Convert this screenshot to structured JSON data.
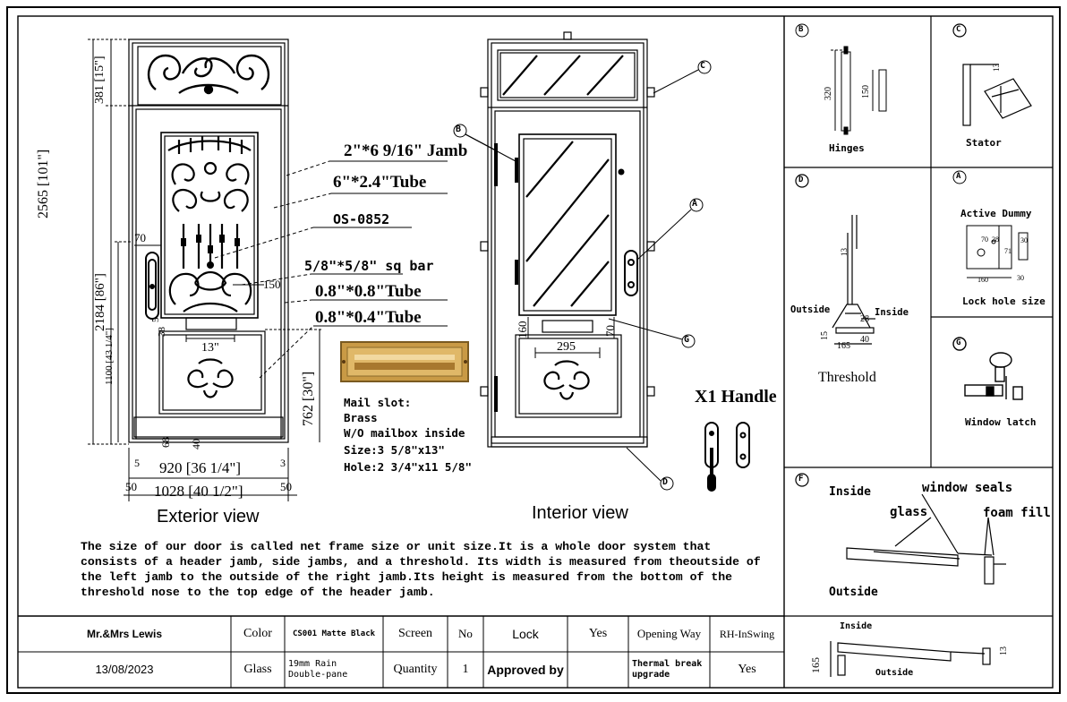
{
  "exterior": {
    "title": "Exterior view",
    "dim_total_h": "2565 [101\"]",
    "dim_transom_h": "381 [15\"]",
    "dim_door_h": "2184 [86\"]",
    "dim_lower_h": "1100 [43 1/4\"]",
    "dim_kick_h": "762 [30\"]",
    "dim_handle_off": "70",
    "dim_150": "150",
    "dim_38": "38",
    "dim_5a": "5",
    "dim_13": "13\"",
    "dim_68": "68",
    "dim_40": "40",
    "dim_5b": "5",
    "dim_3": "3",
    "dim_slab_w": "920 [36 1/4\"]",
    "dim_50l": "50",
    "dim_unit_w": "1028 [40 1/2\"]",
    "dim_50r": "50"
  },
  "callouts": {
    "jamb": "2\"*6 9/16\" Jamb",
    "tube1": "6\"*2.4\"Tube",
    "part": "OS-0852",
    "sqbar": "5/8\"*5/8\" sq bar",
    "tube2": "0.8\"*0.8\"Tube",
    "tube3": "0.8\"*0.4\"Tube"
  },
  "mailslot": {
    "line1": "Mail slot:",
    "line2": "Brass",
    "line3": "W/O mailbox inside",
    "line4": "Size:3 5/8\"x13\"",
    "line5": "Hole:2 3/4\"x11 5/8\""
  },
  "interior": {
    "title": "Interior view",
    "dim_160": "160",
    "dim_295": "295",
    "dim_70": "70",
    "tag_b": "B",
    "tag_c": "C",
    "tag_a": "A",
    "tag_g": "G",
    "tag_d": "D"
  },
  "handle": {
    "label": "X1 Handle"
  },
  "details": {
    "b": {
      "tag": "B",
      "caption": "Hinges",
      "d1": "320",
      "d2": "150"
    },
    "c": {
      "tag": "C",
      "caption": "Stator",
      "d1": "13"
    },
    "d": {
      "tag": "D",
      "caption": "Threshold",
      "outside": "Outside",
      "inside": "Inside",
      "d1": "13",
      "d2": "28",
      "d3": "15",
      "d4": "165",
      "d5": "40"
    },
    "a": {
      "tag": "A",
      "title": "Active Dummy",
      "caption": "Lock hole size",
      "d1": "70",
      "d2": "28",
      "d3": "160",
      "d4": "30",
      "d5": "71",
      "d6": "30"
    },
    "g": {
      "tag": "G",
      "caption": "Window latch"
    },
    "f": {
      "tag": "F",
      "inside": "Inside",
      "seals": "window seals",
      "glass": "glass",
      "foam": "foam fill",
      "outside": "Outside"
    }
  },
  "description": "The size of our door is called net frame size or unit size.It is a whole door system that consists of a header jamb, side jambs, and a threshold. Its width is measured from theoutside of the left jamb to the outside of the right jamb.Its height is measured from the bottom of the threshold nose to the top edge of the header jamb.",
  "table": {
    "row1": {
      "customer": "Mr.&Mrs Lewis",
      "color_label": "Color",
      "color_value": "CS001 Matte Black",
      "screen_label": "Screen",
      "screen_value": "No",
      "lock_label": "Lock",
      "lock_value": "Yes",
      "opening_label": "Opening Way",
      "opening_value": "RH-InSwing"
    },
    "row2": {
      "date": "13/08/2023",
      "glass_label": "Glass",
      "glass_value": "19mm Rain Double-pane",
      "qty_label": "Quantity",
      "qty_value": "1",
      "approved_label": "Approved by",
      "approved_value": "",
      "thermal_label": "Thermal break upgrade",
      "thermal_value": "Yes"
    },
    "section": {
      "inside": "Inside",
      "outside": "Outside",
      "d1": "165",
      "d2": "13"
    }
  }
}
